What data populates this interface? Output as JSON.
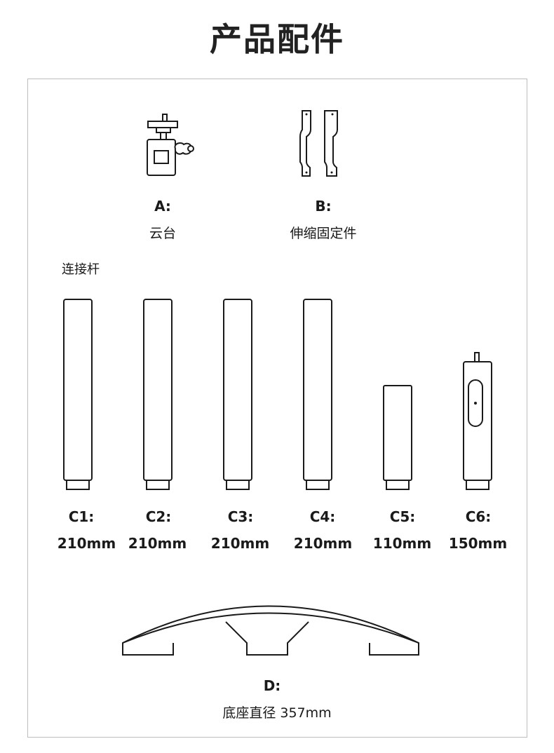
{
  "page": {
    "title": "产品配件"
  },
  "top_items": [
    {
      "code": "A:",
      "name": "云台",
      "icon": "ball-head-mount-icon"
    },
    {
      "code": "B:",
      "name": "伸缩固定件",
      "icon": "telescopic-clamp-icon"
    }
  ],
  "rods_section": {
    "label": "连接杆"
  },
  "rods": [
    {
      "code": "C1:",
      "size": "210mm"
    },
    {
      "code": "C2:",
      "size": "210mm"
    },
    {
      "code": "C3:",
      "size": "210mm"
    },
    {
      "code": "C4:",
      "size": "210mm"
    },
    {
      "code": "C5:",
      "size": "110mm"
    },
    {
      "code": "C6:",
      "size": "150mm"
    }
  ],
  "base": {
    "code": "D:",
    "name": "底座直径 357mm",
    "icon": "arched-base-icon"
  },
  "colors": {
    "line": "#1a1a1a",
    "border": "#bdbdbd",
    "background": "#ffffff"
  }
}
